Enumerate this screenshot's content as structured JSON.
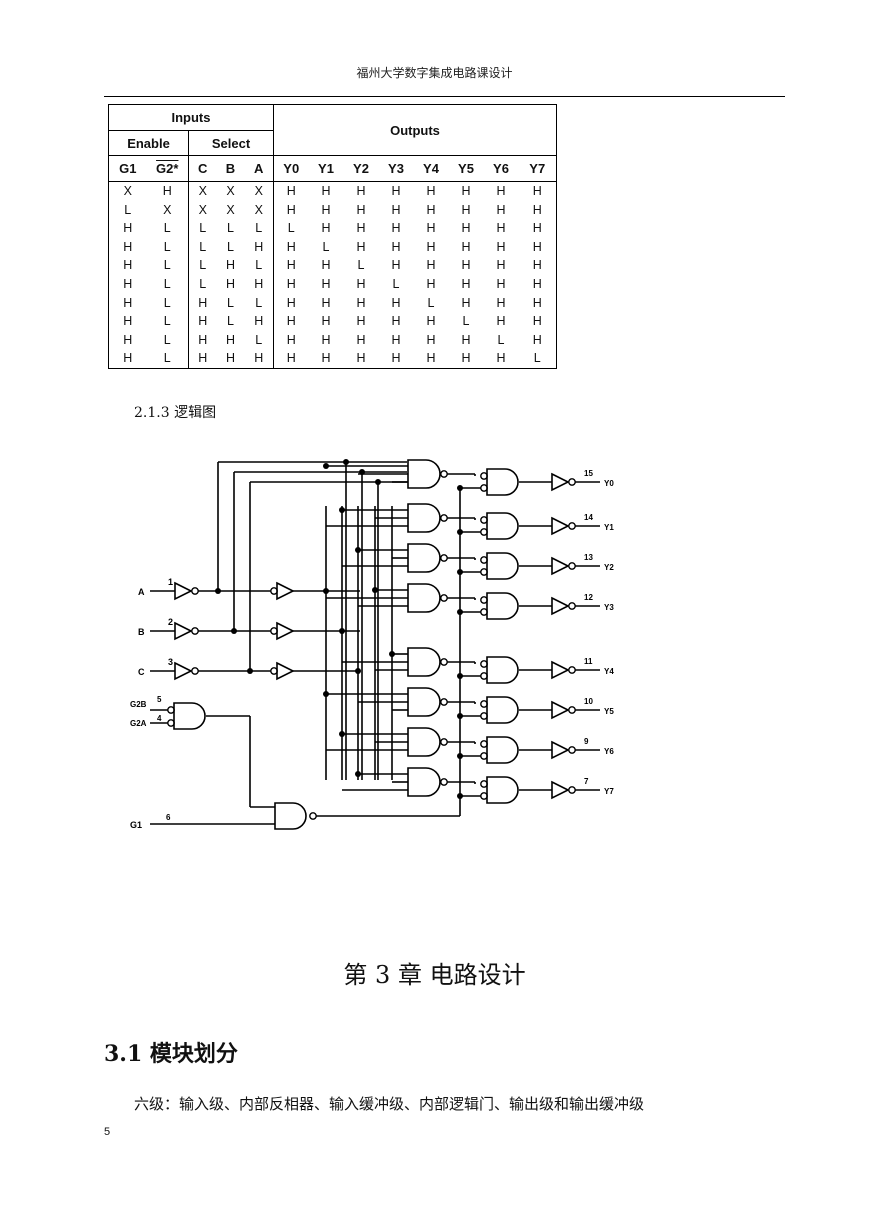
{
  "header": {
    "text": "福州大学数字集成电路课设计"
  },
  "truth_table": {
    "group_inputs": "Inputs",
    "group_enable": "Enable",
    "group_select": "Select",
    "group_outputs": "Outputs",
    "columns": [
      "G1",
      "G2*",
      "C",
      "B",
      "A",
      "Y0",
      "Y1",
      "Y2",
      "Y3",
      "Y4",
      "Y5",
      "Y6",
      "Y7"
    ],
    "rows": [
      [
        "X",
        "H",
        "X",
        "X",
        "X",
        "H",
        "H",
        "H",
        "H",
        "H",
        "H",
        "H",
        "H"
      ],
      [
        "L",
        "X",
        "X",
        "X",
        "X",
        "H",
        "H",
        "H",
        "H",
        "H",
        "H",
        "H",
        "H"
      ],
      [
        "H",
        "L",
        "L",
        "L",
        "L",
        "L",
        "H",
        "H",
        "H",
        "H",
        "H",
        "H",
        "H"
      ],
      [
        "H",
        "L",
        "L",
        "L",
        "H",
        "H",
        "L",
        "H",
        "H",
        "H",
        "H",
        "H",
        "H"
      ],
      [
        "H",
        "L",
        "L",
        "H",
        "L",
        "H",
        "H",
        "L",
        "H",
        "H",
        "H",
        "H",
        "H"
      ],
      [
        "H",
        "L",
        "L",
        "H",
        "H",
        "H",
        "H",
        "H",
        "L",
        "H",
        "H",
        "H",
        "H"
      ],
      [
        "H",
        "L",
        "H",
        "L",
        "L",
        "H",
        "H",
        "H",
        "H",
        "L",
        "H",
        "H",
        "H"
      ],
      [
        "H",
        "L",
        "H",
        "L",
        "H",
        "H",
        "H",
        "H",
        "H",
        "H",
        "L",
        "H",
        "H"
      ],
      [
        "H",
        "L",
        "H",
        "H",
        "L",
        "H",
        "H",
        "H",
        "H",
        "H",
        "H",
        "L",
        "H"
      ],
      [
        "H",
        "L",
        "H",
        "H",
        "H",
        "H",
        "H",
        "H",
        "H",
        "H",
        "H",
        "H",
        "L"
      ]
    ]
  },
  "section_213": "2.1.3 逻辑图",
  "logic": {
    "inputs": [
      {
        "label": "A",
        "pin": "1"
      },
      {
        "label": "B",
        "pin": "2"
      },
      {
        "label": "C",
        "pin": "3"
      }
    ],
    "enables": [
      {
        "label": "G2B",
        "pin": "5"
      },
      {
        "label": "G2A",
        "pin": "4"
      },
      {
        "label": "G1",
        "pin": "6"
      }
    ],
    "outputs": [
      {
        "label": "Y0",
        "pin": "15"
      },
      {
        "label": "Y1",
        "pin": "14"
      },
      {
        "label": "Y2",
        "pin": "13"
      },
      {
        "label": "Y3",
        "pin": "12"
      },
      {
        "label": "Y4",
        "pin": "11"
      },
      {
        "label": "Y5",
        "pin": "10"
      },
      {
        "label": "Y6",
        "pin": "9"
      },
      {
        "label": "Y7",
        "pin": "7"
      }
    ]
  },
  "chapter_title": "第 3 章  电路设计",
  "section_31": "3.1  模块划分",
  "paragraph": "六级：输入级、内部反相器、输入缓冲级、内部逻辑门、输出级和输出缓冲级",
  "page_number": "5"
}
